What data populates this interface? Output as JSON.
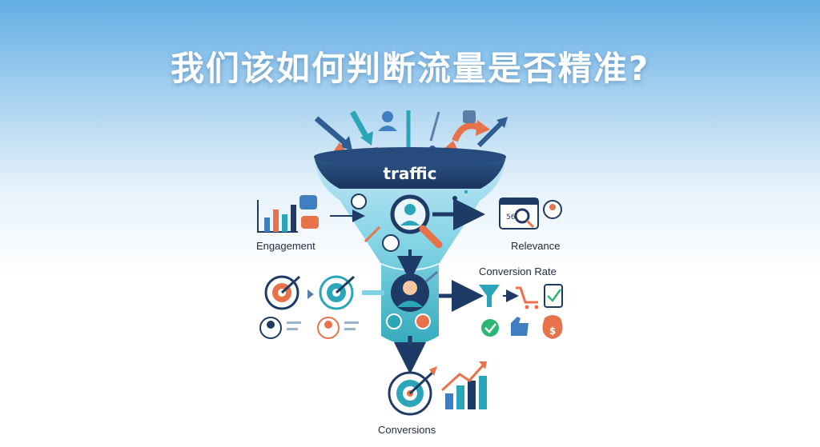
{
  "title": "我们该如何判断流量是否精准?",
  "labels": {
    "traffic": "traffic",
    "engagement": "Engagement",
    "relevance": "Relevance",
    "conversion_rate": "Conversion Rate",
    "conversions": "Conversions"
  },
  "icons": {
    "cart_amount": "$",
    "money_bag": "$",
    "rank_badge": "56"
  },
  "colors": {
    "navy": "#1d3b66",
    "teal": "#2aa6b8",
    "cyan": "#5fd0e0",
    "orange": "#e8734a",
    "blue": "#3f7fc1",
    "green": "#2bb673"
  }
}
